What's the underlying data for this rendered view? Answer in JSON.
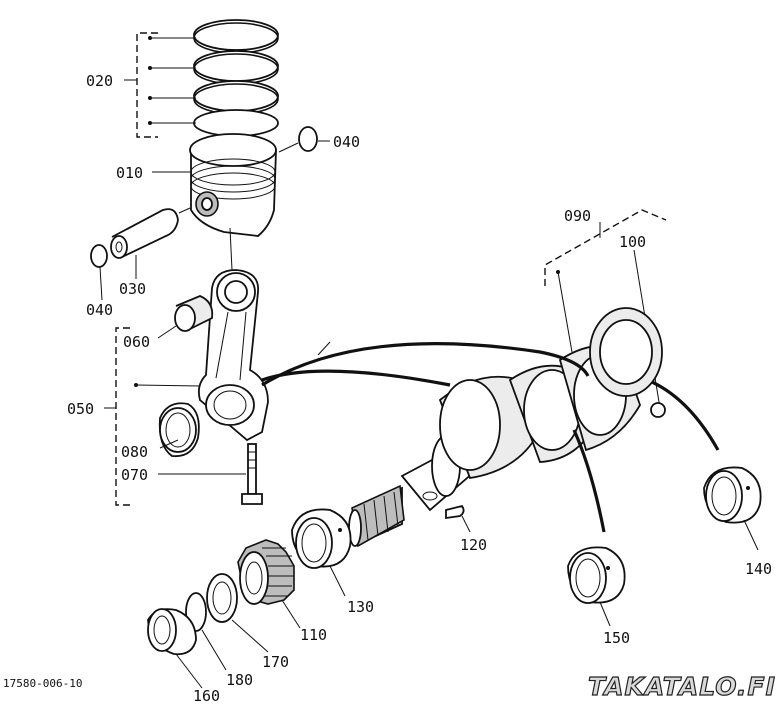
{
  "labels": {
    "p010": "010",
    "p020": "020",
    "p030": "030",
    "p040a": "040",
    "p040b": "040",
    "p050": "050",
    "p060": "060",
    "p070": "070",
    "p080": "080",
    "p090": "090",
    "p100": "100",
    "p110": "110",
    "p120": "120",
    "p130": "130",
    "p140": "140",
    "p150": "150",
    "p160": "160",
    "p170": "170",
    "p180": "180"
  },
  "drawing_code": "17580-006-10",
  "watermark": "TAKATALO.FI"
}
